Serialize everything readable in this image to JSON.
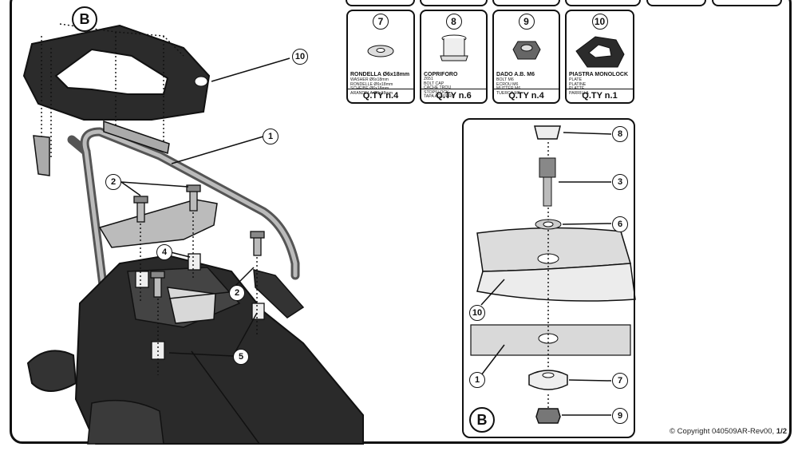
{
  "parts": [
    {
      "num": "7",
      "name": "RONDELLA Ø6x18mm",
      "langs": "WASHER Ø6x18mm\nRONDELLE Ø6x18mm\nSCHEIBE Ø6x18mm\nARANDELA Ø6x18mm",
      "qty": "Q.TY n.4",
      "icon": "washer-icon"
    },
    {
      "num": "8",
      "name": "COPRIFORO",
      "code": "Z651",
      "langs": "BOLT CAP\nCACHE TROU\nSTOPSLOCK\nTAPA AGUJERO",
      "qty": "Q.TY n.6",
      "icon": "bolt-cap-icon"
    },
    {
      "num": "9",
      "name": "DADO A.B. M6",
      "langs": "BOLT M6\nECROU M6\nMUTTER M6\nTUERCA M6",
      "qty": "Q.TY n.4",
      "icon": "nut-icon"
    },
    {
      "num": "10",
      "name": "PIASTRA MONOLOCK",
      "langs": "PLATE\nPLATINE\nPLATTE\nPARRILLA",
      "qty": "Q.TY n.1",
      "icon": "monolock-plate-icon"
    }
  ],
  "main_callouts": {
    "b": "B",
    "c10": "10",
    "c1": "1",
    "c2a": "2",
    "c2b": "2",
    "c4": "4",
    "c5": "5"
  },
  "detail": {
    "label": "B",
    "c8": "8",
    "c3": "3",
    "c6": "6",
    "c10": "10",
    "c1": "1",
    "c7": "7",
    "c9": "9"
  },
  "copyright": {
    "text": "© Copyright 040509AR-Rev00, ",
    "page": "1/2"
  }
}
